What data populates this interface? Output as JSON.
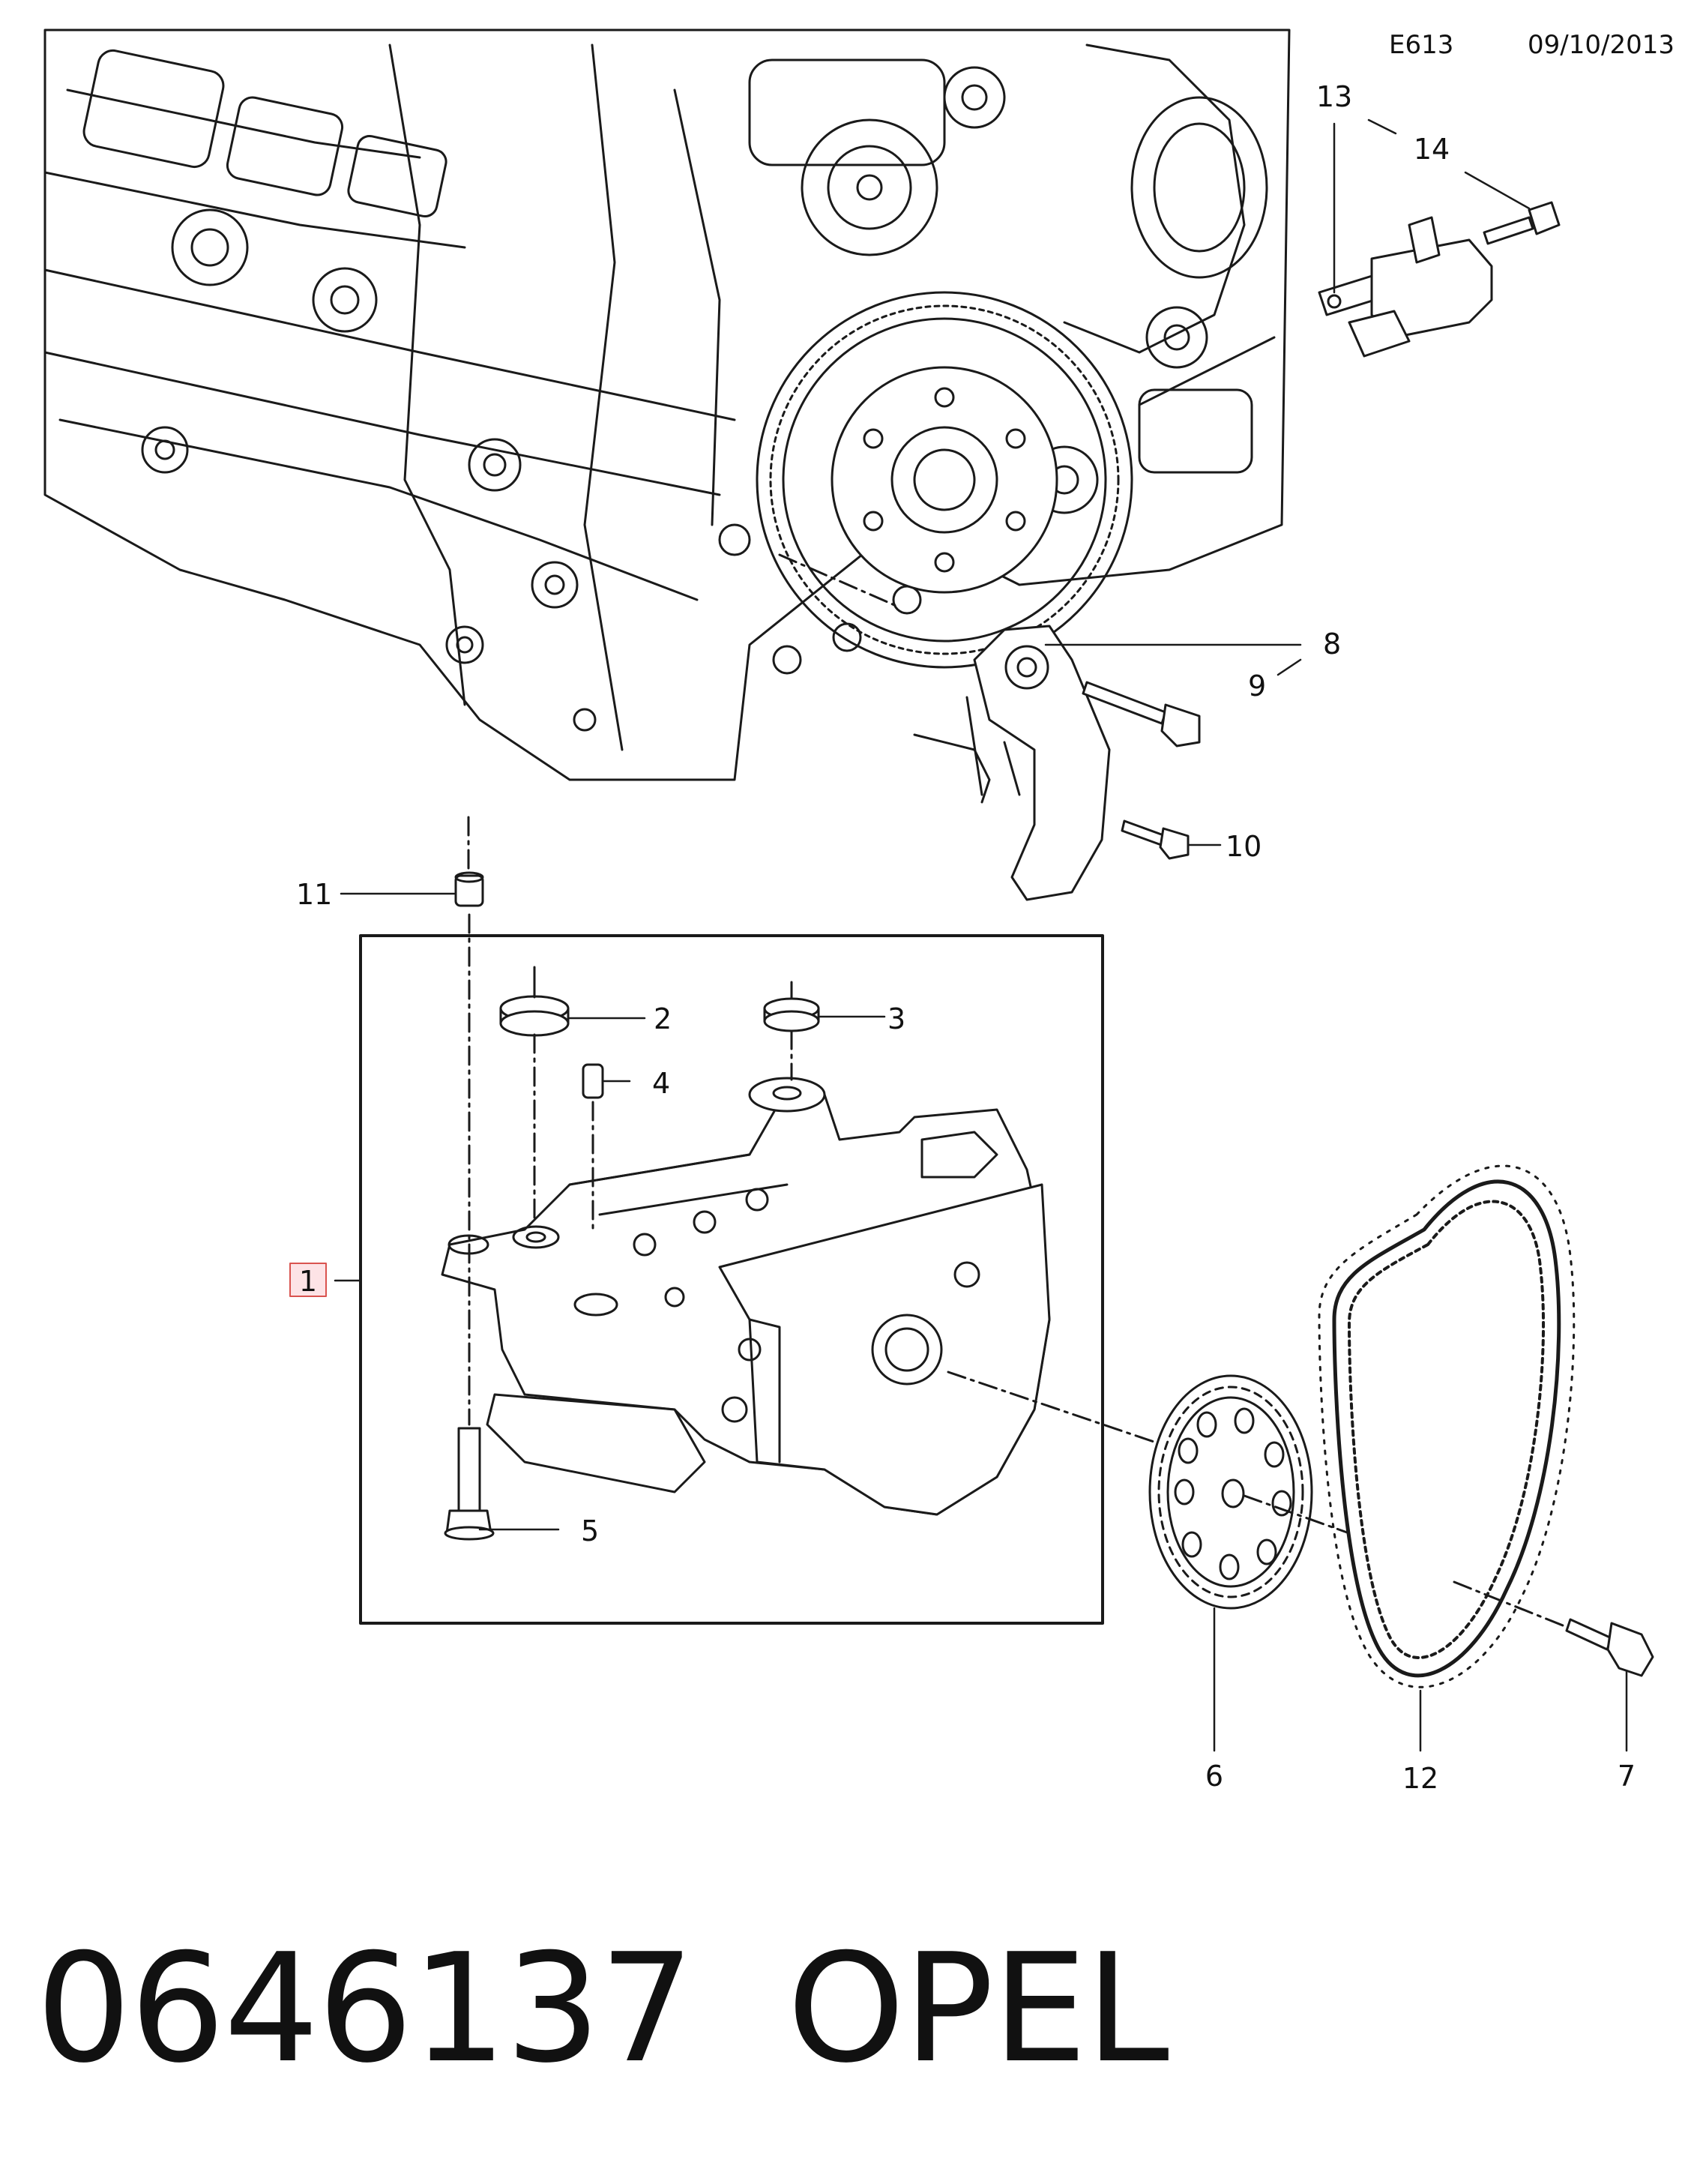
{
  "header": {
    "code": "E613",
    "date": "09/10/2013"
  },
  "callouts": [
    {
      "id": "c1",
      "label": "1",
      "highlighted": true
    },
    {
      "id": "c2",
      "label": "2"
    },
    {
      "id": "c3",
      "label": "3"
    },
    {
      "id": "c4",
      "label": "4"
    },
    {
      "id": "c5",
      "label": "5"
    },
    {
      "id": "c6",
      "label": "6"
    },
    {
      "id": "c7",
      "label": "7"
    },
    {
      "id": "c8",
      "label": "8"
    },
    {
      "id": "c9",
      "label": "9"
    },
    {
      "id": "c10",
      "label": "10"
    },
    {
      "id": "c11",
      "label": "11"
    },
    {
      "id": "c12",
      "label": "12"
    },
    {
      "id": "c13",
      "label": "13"
    },
    {
      "id": "c14",
      "label": "14"
    }
  ],
  "caption": {
    "part_number": "0646137",
    "brand": "OPEL"
  },
  "colors": {
    "line": "#1a1a1a",
    "highlight_fill": "#fde3e6",
    "highlight_stroke": "#d9534f"
  }
}
